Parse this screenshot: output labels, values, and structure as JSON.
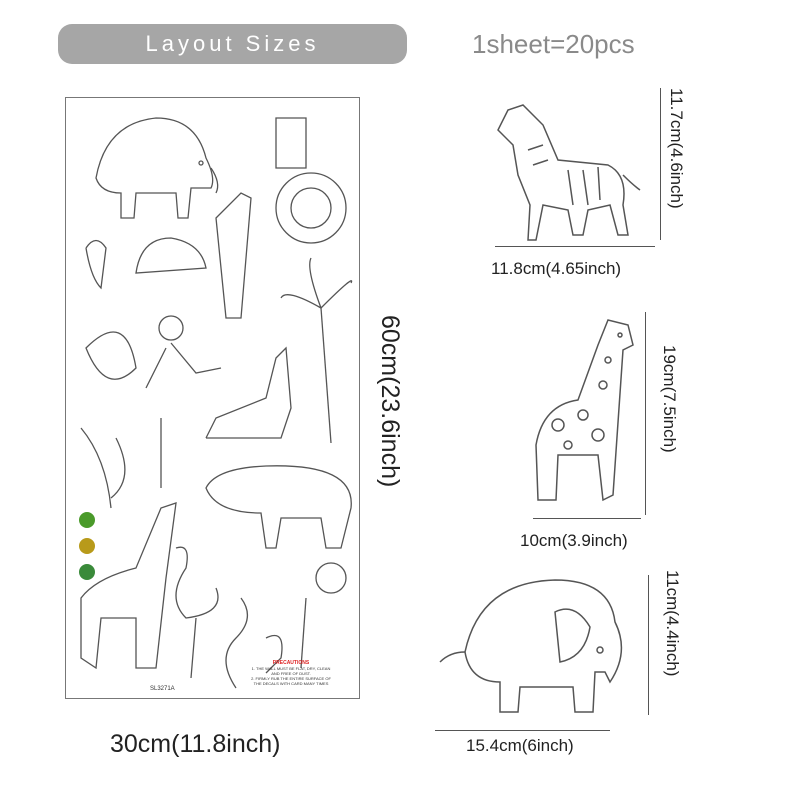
{
  "header": {
    "title": "Layout Sizes",
    "sheet_count": "1sheet=20pcs"
  },
  "sheet": {
    "code": "SL3271A",
    "precautions_title": "PRECAUTIONS",
    "precautions": [
      "1. THE WALL MUST BE FLAT, DRY, CLEAN AND FREE OF DUST.",
      "2. FIRMLY RUB THE ENTIRE SURFACE OF THE DECALS WITH CARD MANY TIMES"
    ],
    "height_label": "60cm(23.6inch)",
    "width_label": "30cm(11.8inch)"
  },
  "samples": [
    {
      "animal": "zebra",
      "height_label": "11.7cm(4.6inch)",
      "width_label": "11.8cm(4.65inch)"
    },
    {
      "animal": "giraffe",
      "height_label": "19cm(7.5inch)",
      "width_label": "10cm(3.9inch)"
    },
    {
      "animal": "elephant",
      "height_label": "11cm(4.4inch)",
      "width_label": "15.4cm(6inch)"
    }
  ],
  "colors": {
    "pill": "#a6a6a6",
    "text_gray": "#8a8a8a",
    "outline": "#555555",
    "badge_green": "#4a9a2a"
  }
}
